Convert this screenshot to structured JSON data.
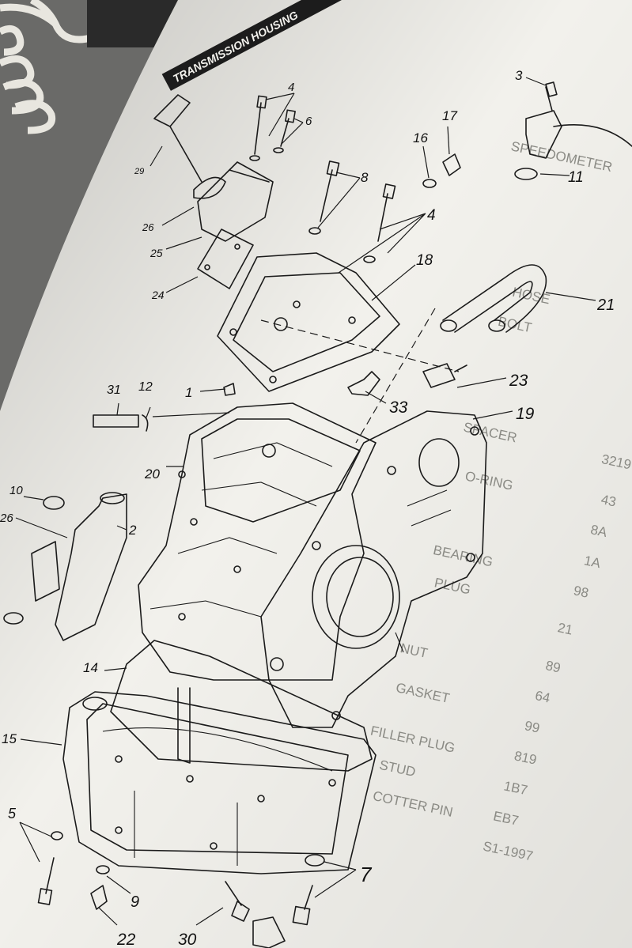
{
  "banner": {
    "title": "TRANSMISSION HOUSING"
  },
  "callouts": [
    {
      "id": "c3",
      "text": "3"
    },
    {
      "id": "c4a",
      "text": "4"
    },
    {
      "id": "c6",
      "text": "6"
    },
    {
      "id": "c8",
      "text": "8"
    },
    {
      "id": "c16",
      "text": "16"
    },
    {
      "id": "c17",
      "text": "17"
    },
    {
      "id": "c11",
      "text": "11"
    },
    {
      "id": "c4b",
      "text": "4"
    },
    {
      "id": "c18",
      "text": "18"
    },
    {
      "id": "c21",
      "text": "21"
    },
    {
      "id": "c23",
      "text": "23"
    },
    {
      "id": "c33",
      "text": "33"
    },
    {
      "id": "c19",
      "text": "19"
    },
    {
      "id": "c31",
      "text": "31"
    },
    {
      "id": "c12",
      "text": "12"
    },
    {
      "id": "c1",
      "text": "1"
    },
    {
      "id": "c20",
      "text": "20"
    },
    {
      "id": "c10",
      "text": "10"
    },
    {
      "id": "c26b",
      "text": "26"
    },
    {
      "id": "c2",
      "text": "2"
    },
    {
      "id": "c14",
      "text": "14"
    },
    {
      "id": "c15",
      "text": "15"
    },
    {
      "id": "c5",
      "text": "5"
    },
    {
      "id": "c9",
      "text": "9"
    },
    {
      "id": "c22",
      "text": "22"
    },
    {
      "id": "c30",
      "text": "30"
    },
    {
      "id": "c7",
      "text": "7"
    },
    {
      "id": "c29",
      "text": "29"
    },
    {
      "id": "c26a",
      "text": "26"
    },
    {
      "id": "c25",
      "text": "25"
    },
    {
      "id": "c24",
      "text": "24"
    }
  ],
  "facing_page_text": [
    "SPEEDOMETER",
    "SPACER",
    "O-RING",
    "GASKET",
    "NUT",
    "FILLER PLUG",
    "BEARING",
    "PLUG",
    "HOSE",
    "BOLT",
    "STUD",
    "COTTER PIN"
  ],
  "facing_page_numbers": [
    "3219",
    "43",
    "8A",
    "1A",
    "98",
    "21",
    "89",
    "64",
    "99",
    "819",
    "1B7",
    "EB7",
    "S1-1997"
  ],
  "colors": {
    "paper": "#f2f1ec",
    "ink": "#1b1b1b",
    "banner": "#1c1c1c",
    "ghost_text": "#8a8a84",
    "background": "#5f5f5f"
  }
}
